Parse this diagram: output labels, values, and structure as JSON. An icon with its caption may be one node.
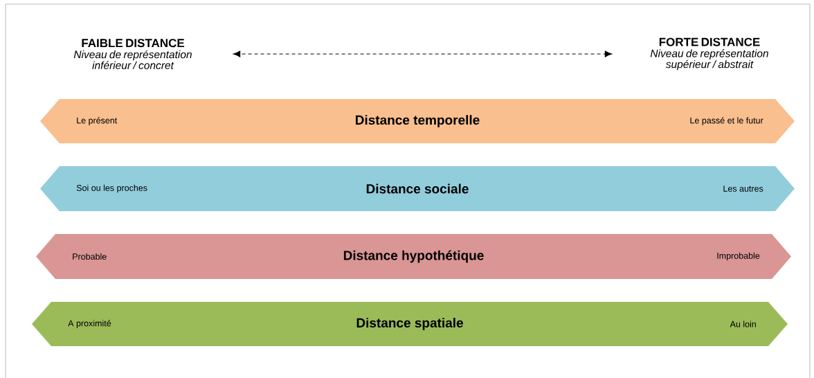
{
  "diagram": {
    "nodes": [
      {
        "text": [
          "FAIBLE DISTANCE",
          "Niveau de représentation inférieur / concret"
        ]
      },
      {
        "text": [
          "FORTE DISTANCE",
          "Niveau de représentation supérieur / abstrait"
        ]
      },
      {
        "text": [
          "Le présent",
          "Distance temporelle",
          "Le passé et le futur"
        ]
      },
      {
        "text": [
          "Soi ou les proches",
          "Distance sociale",
          "Les autres"
        ]
      },
      {
        "text": [
          "Probable",
          "Distance hypothétique",
          "Improbable"
        ]
      },
      {
        "text": [
          "A proximité",
          "Distance spatiale",
          "Au loin"
        ]
      }
    ],
    "edges": [
      {
        "from": 0,
        "to": 1,
        "arrow": "both",
        "style": "dashed"
      }
    ]
  }
}
